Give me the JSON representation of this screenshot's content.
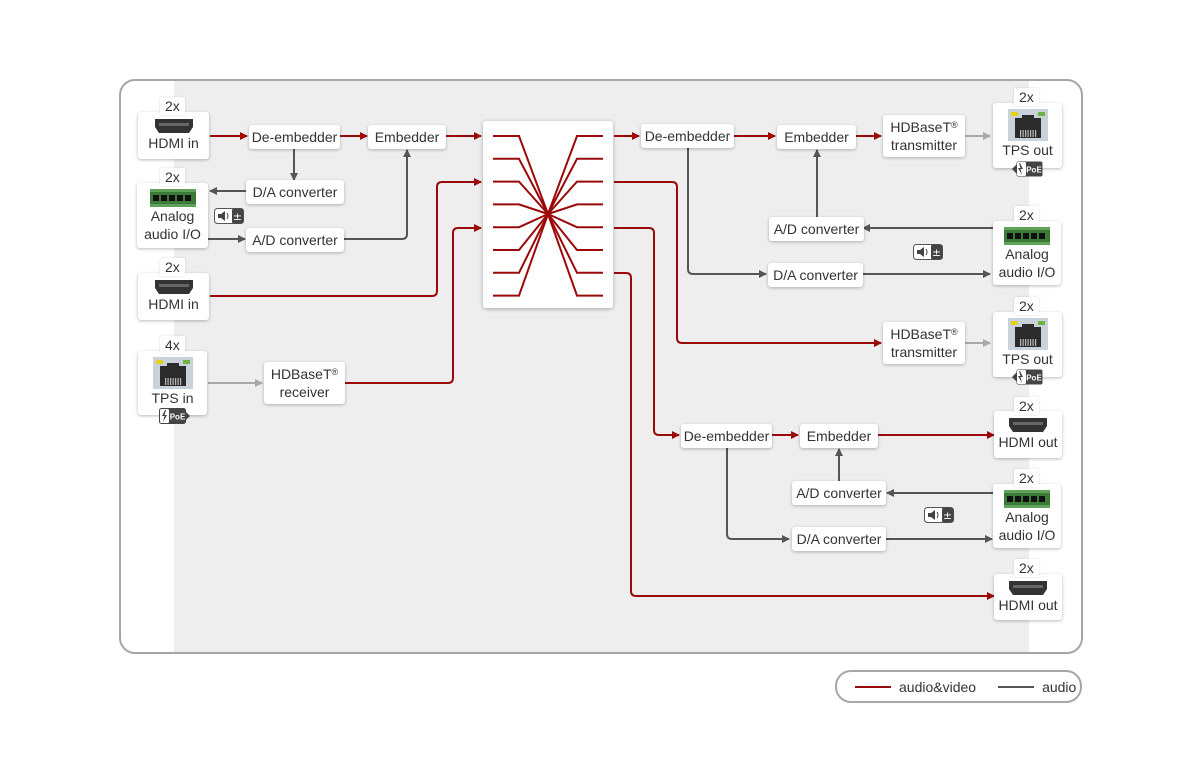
{
  "colors": {
    "audio_video": "#9b0a0a",
    "audio": "#555555",
    "link": "#a8a8a8",
    "frame_border": "#a6a6a6",
    "panel_bg": "#eeeeee"
  },
  "inputs": [
    {
      "id": "hdmi-in-1",
      "count": "2x",
      "label": "HDMI in",
      "icon": "hdmi-connector-icon"
    },
    {
      "id": "analog-io-in",
      "count": "2x",
      "label_lines": [
        "Analog",
        "audio I/O"
      ],
      "icon": "terminal-block-icon"
    },
    {
      "id": "hdmi-in-2",
      "count": "2x",
      "label": "HDMI in",
      "icon": "hdmi-connector-icon"
    },
    {
      "id": "tps-in",
      "count": "4x",
      "label": "TPS in",
      "icon": "rj45-icon",
      "badge": "PoE"
    }
  ],
  "outputs": [
    {
      "id": "tps-out-1",
      "count": "2x",
      "label": "TPS out",
      "icon": "rj45-icon",
      "badge": "PoE"
    },
    {
      "id": "analog-io-out-1",
      "count": "2x",
      "label_lines": [
        "Analog",
        "audio I/O"
      ],
      "icon": "terminal-block-icon"
    },
    {
      "id": "tps-out-2",
      "count": "2x",
      "label": "TPS out",
      "icon": "rj45-icon",
      "badge": "PoE"
    },
    {
      "id": "hdmi-out-1",
      "count": "2x",
      "label": "HDMI out",
      "icon": "hdmi-connector-icon"
    },
    {
      "id": "analog-io-out-2",
      "count": "2x",
      "label_lines": [
        "Analog",
        "audio I/O"
      ],
      "icon": "terminal-block-icon"
    },
    {
      "id": "hdmi-out-2",
      "count": "2x",
      "label": "HDMI out",
      "icon": "hdmi-connector-icon"
    }
  ],
  "blocks": {
    "de_embedder": "De-embedder",
    "embedder": "Embedder",
    "da_converter": "D/A converter",
    "ad_converter": "A/D converter",
    "hdbaset": "HDBaseT",
    "registered": "®",
    "transmitter": "transmitter",
    "receiver": "receiver"
  },
  "badges": {
    "poe": "PoE",
    "volume": "volume-level-icon"
  },
  "matrix": {
    "label": "crosspoint-matrix",
    "input_ports": 8,
    "output_ports": 8
  },
  "legend": {
    "items": [
      {
        "label": "audio&video",
        "color": "#9b0a0a"
      },
      {
        "label": "audio",
        "color": "#555555"
      }
    ]
  }
}
